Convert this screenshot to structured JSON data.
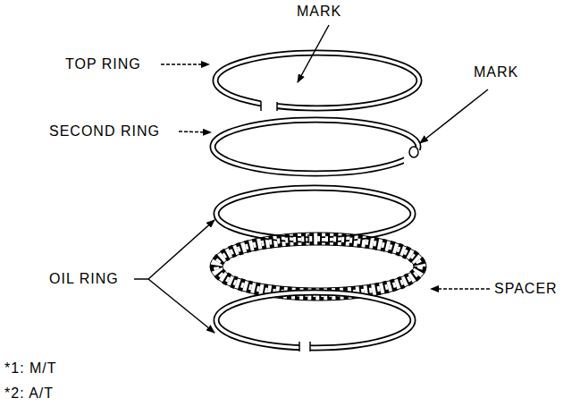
{
  "diagram": {
    "labels": [
      "MARK",
      "TOP RING",
      "MARK",
      "SECOND RING",
      "OIL RING",
      "SPACER",
      "*1: M/T",
      "*2: A/T"
    ]
  }
}
